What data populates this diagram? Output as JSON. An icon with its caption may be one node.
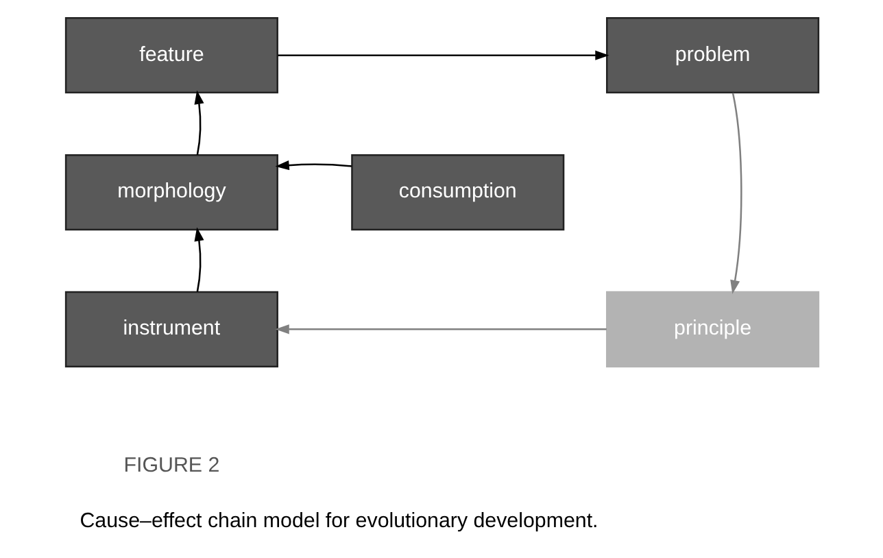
{
  "diagram": {
    "caption": "Cause–effect chain model for evolutionary development.",
    "nodes": [
      {
        "text": [
          "feature"
        ]
      },
      {
        "text": [
          "problem"
        ]
      },
      {
        "text": [
          "consumption"
        ]
      },
      {
        "text": [
          "morphology"
        ]
      },
      {
        "text": [
          "instrument"
        ]
      },
      {
        "text": [
          "principle"
        ]
      }
    ],
    "edges": [
      {
        "from": 3,
        "to": 0,
        "arrow": "to"
      },
      {
        "from": 0,
        "to": 1,
        "arrow": "to"
      },
      {
        "from": 1,
        "to": 5,
        "arrow": "to",
        "color": "#808080"
      },
      {
        "from": 2,
        "to": 3,
        "arrow": "to"
      },
      {
        "from": 4,
        "to": 3,
        "arrow": "to"
      },
      {
        "from": 5,
        "to": 4,
        "arrow": "to",
        "color": "#808080"
      }
    ],
    "labels": [
      "FIGURE 2"
    ]
  }
}
